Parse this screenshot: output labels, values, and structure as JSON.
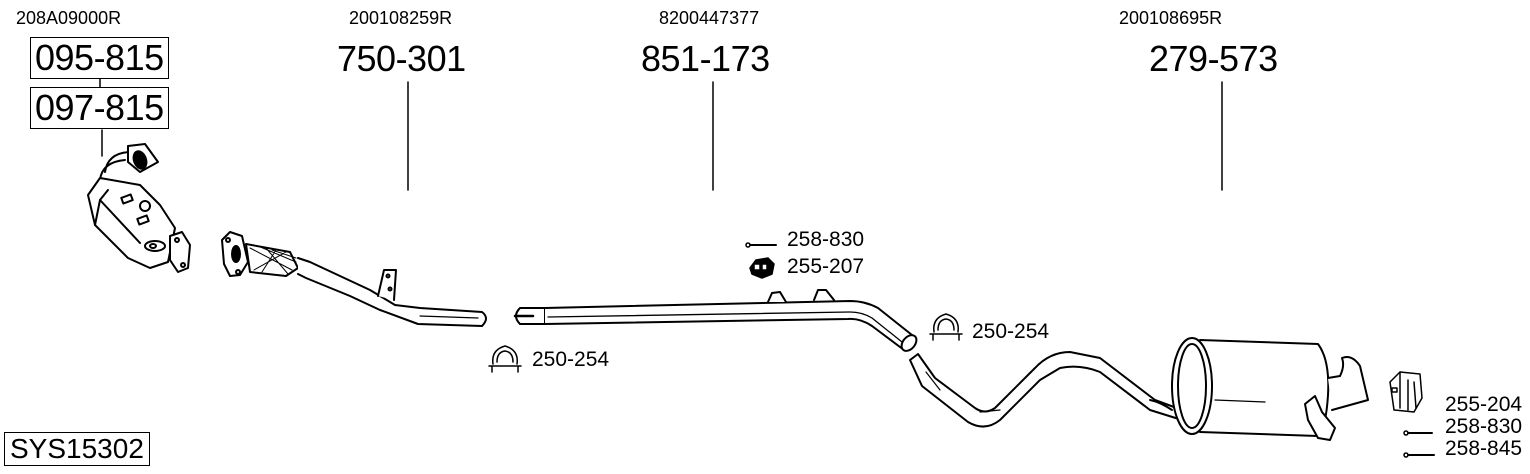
{
  "diagram_id": "SYS15302",
  "parts": [
    {
      "oe_number": "208A09000R",
      "part_numbers": [
        "095-815",
        "097-815"
      ],
      "component": "catalytic-converter"
    },
    {
      "oe_number": "200108259R",
      "part_numbers": [
        "750-301"
      ],
      "component": "front-pipe"
    },
    {
      "oe_number": "8200447377",
      "part_numbers": [
        "851-173"
      ],
      "component": "intermediate-pipe"
    },
    {
      "oe_number": "200108695R",
      "part_numbers": [
        "279-573"
      ],
      "component": "rear-silencer"
    }
  ],
  "accessories": [
    {
      "number": "250-254",
      "icon": "clamp-icon"
    },
    {
      "number": "258-830",
      "icon": "bolt-icon"
    },
    {
      "number": "255-207",
      "icon": "rubber-mount-icon"
    },
    {
      "number": "250-254",
      "icon": "clamp-icon"
    },
    {
      "number": "255-204",
      "icon": "bracket-icon"
    },
    {
      "number": "258-830",
      "icon": "bolt-icon"
    },
    {
      "number": "258-845",
      "icon": "bolt-icon"
    }
  ],
  "colors": {
    "line": "#000000",
    "background": "#ffffff"
  }
}
